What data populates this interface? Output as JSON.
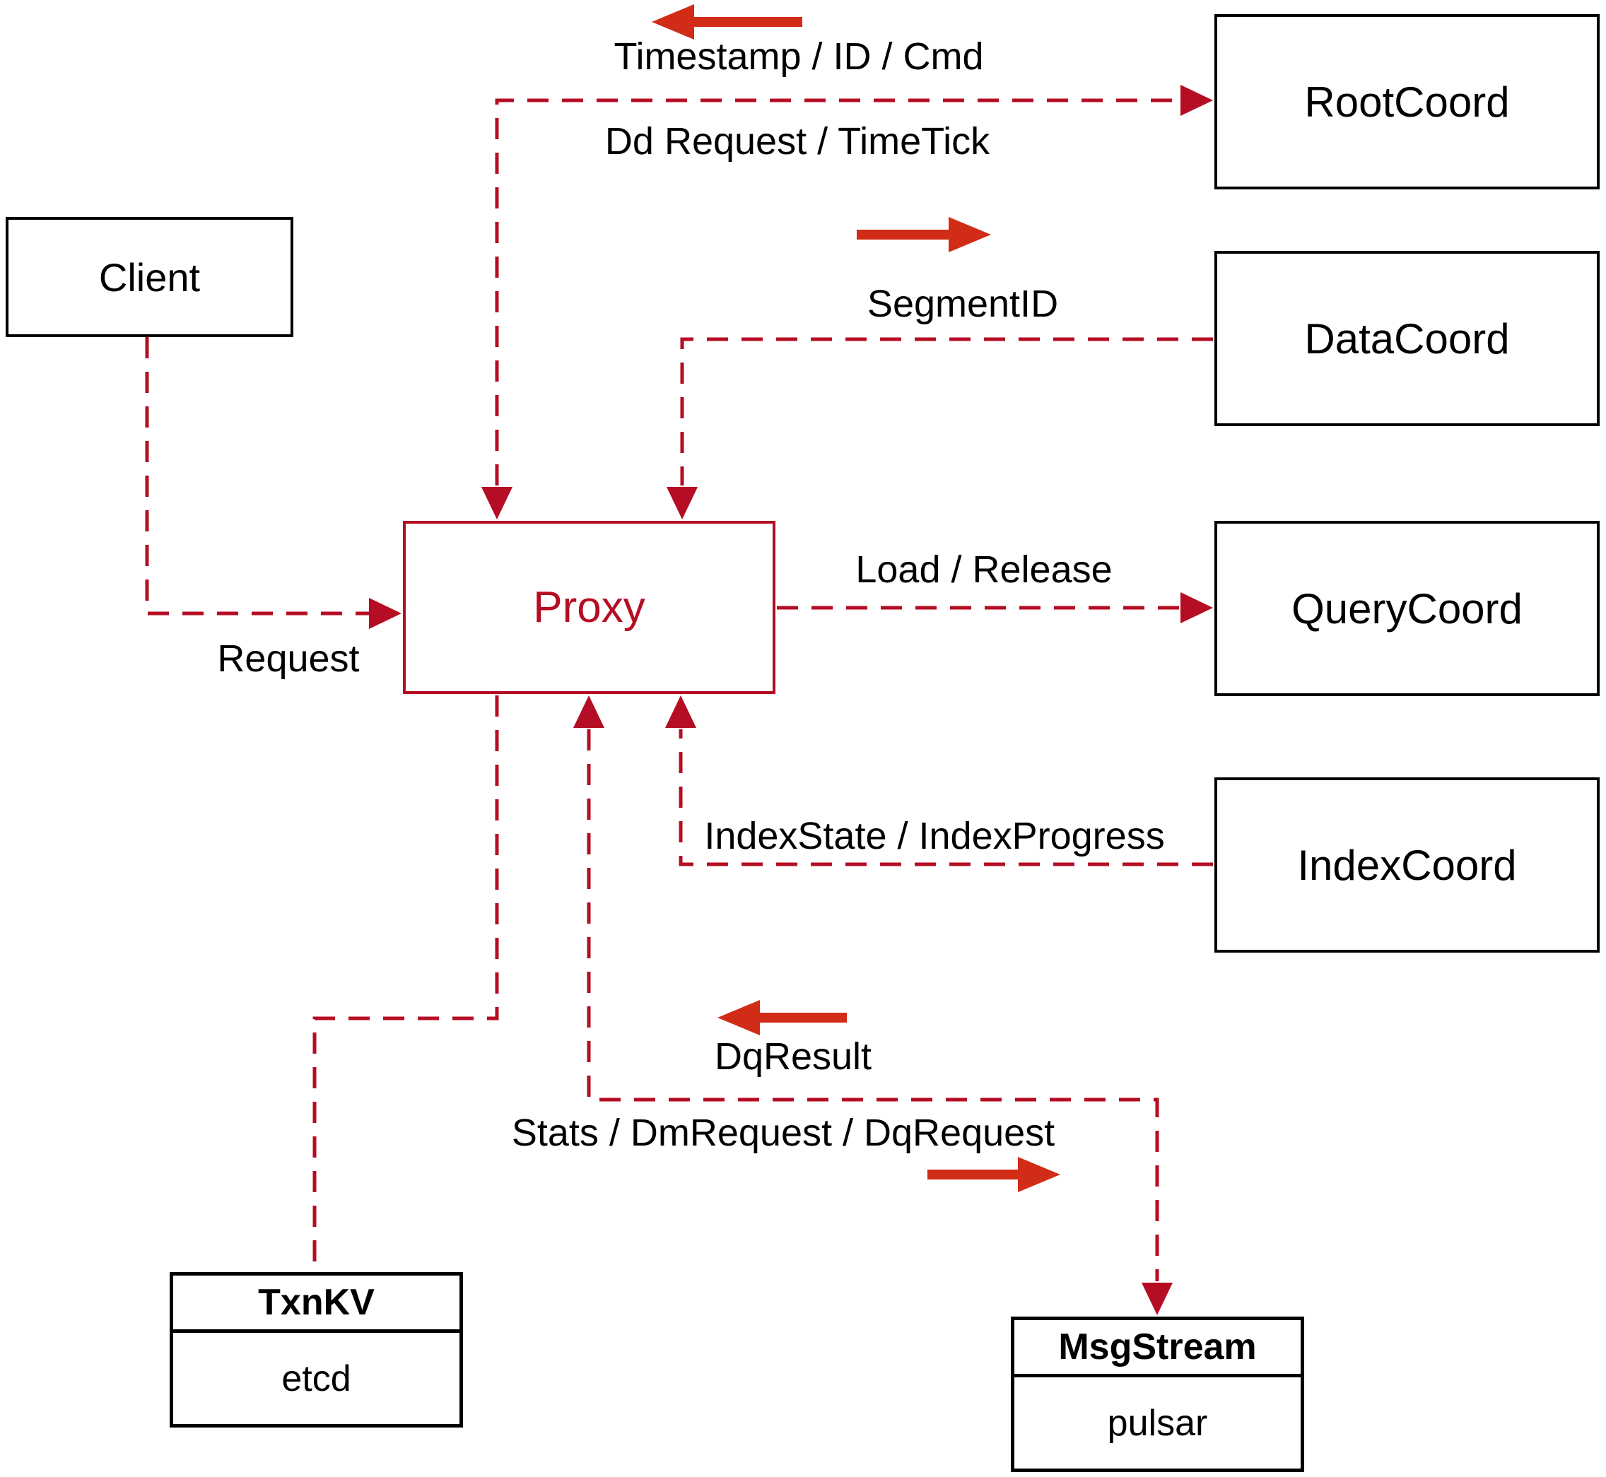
{
  "colors": {
    "connector": "#b50d23",
    "flow_arrow": "#d02c17",
    "box_border": "#000000",
    "proxy_accent": "#b50d23",
    "label_text": "#000000",
    "background": "#ffffff"
  },
  "nodes": {
    "client": {
      "label": "Client"
    },
    "proxy": {
      "label": "Proxy"
    },
    "root_coord": {
      "label": "RootCoord"
    },
    "data_coord": {
      "label": "DataCoord"
    },
    "query_coord": {
      "label": "QueryCoord"
    },
    "index_coord": {
      "label": "IndexCoord"
    },
    "txn_kv": {
      "title": "TxnKV",
      "impl": "etcd"
    },
    "msg_stream": {
      "title": "MsgStream",
      "impl": "pulsar"
    }
  },
  "edge_labels": {
    "timestamp_id_cmd": "Timestamp / ID / Cmd",
    "dd_request_timetick": "Dd Request / TimeTick",
    "segment_id": "SegmentID",
    "request": "Request",
    "load_release": "Load / Release",
    "index_state": "IndexState / IndexProgress",
    "dq_result": "DqResult",
    "stats_dm_dq": "Stats / DmRequest / DqRequest"
  }
}
